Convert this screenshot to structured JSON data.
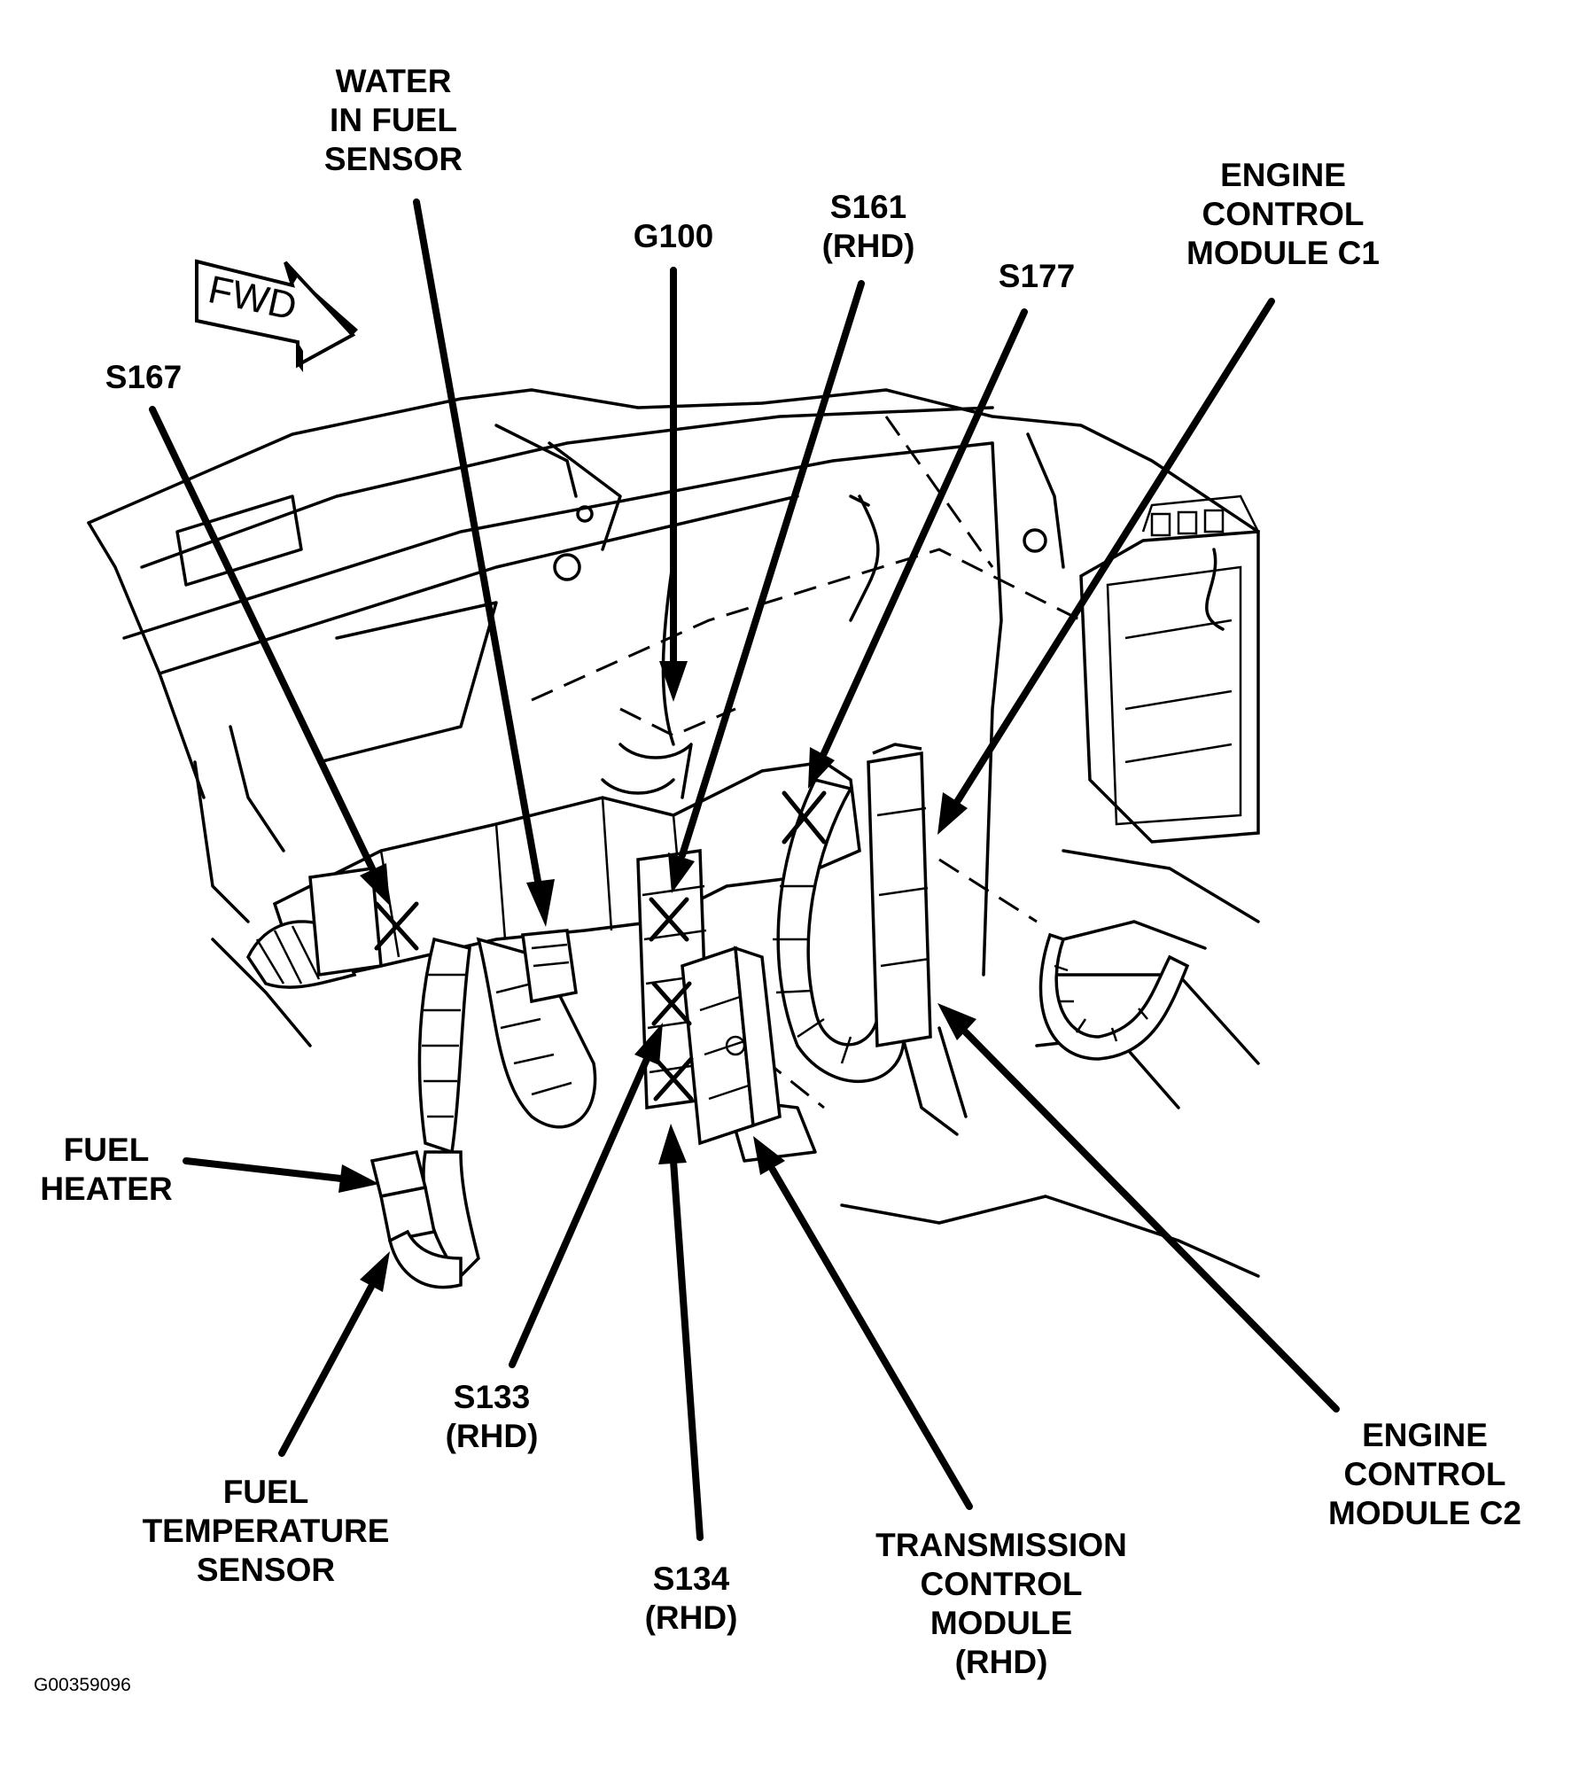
{
  "labels": {
    "water_in_fuel_sensor": [
      "WATER",
      "IN FUEL",
      "SENSOR"
    ],
    "g100": [
      "G100"
    ],
    "s161": [
      "S161",
      "(RHD)"
    ],
    "s177": [
      "S177"
    ],
    "ecm_c1": [
      "ENGINE",
      "CONTROL",
      "MODULE C1"
    ],
    "s167": [
      "S167"
    ],
    "fuel_heater": [
      "FUEL",
      "HEATER"
    ],
    "fuel_temp_sensor": [
      "FUEL",
      "TEMPERATURE",
      "SENSOR"
    ],
    "s133": [
      "S133",
      "(RHD)"
    ],
    "s134": [
      "S134",
      "(RHD)"
    ],
    "tcm": [
      "TRANSMISSION",
      "CONTROL",
      "MODULE",
      "(RHD)"
    ],
    "ecm_c2": [
      "ENGINE",
      "CONTROL",
      "MODULE C2"
    ]
  },
  "fwd_arrow_text": "FWD",
  "figure_id": "G00359096"
}
